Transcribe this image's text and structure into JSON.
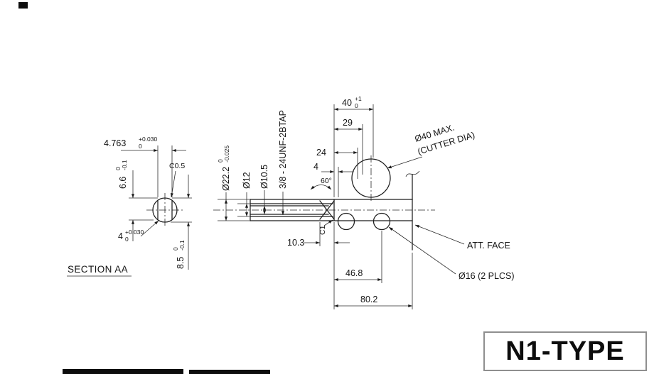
{
  "background": "#ffffff",
  "ink_color": "#1c1c1c",
  "section_aa": {
    "title": "SECTION AA",
    "width_across": {
      "value": "4.763",
      "tol_upper": "+0.030",
      "tol_lower": "0"
    },
    "height": {
      "value": "6.6",
      "tol_upper": "0",
      "tol_lower": "-0.1"
    },
    "flat": {
      "value": "4",
      "tol_upper": "+0.030",
      "tol_lower": "0"
    },
    "outer_dia": {
      "value": "8.5",
      "tol_upper": "0",
      "tol_lower": "-0.1"
    },
    "chamfer": "C0.5"
  },
  "main_view": {
    "dia_body": {
      "value": "Ø22.2",
      "tol_upper": "0",
      "tol_lower": "-0.025"
    },
    "dia_bore": "Ø12",
    "dia_drill": "Ø10.5",
    "thread_callout": "3/8 - 24UNF-2BTAP",
    "len_40": {
      "value": "40",
      "tol_upper": "+1",
      "tol_lower": "0"
    },
    "len_29": "29",
    "len_24": "24",
    "len_4": "4",
    "angle_60": "60°",
    "chamfer_c1": "C1",
    "depth_10_3": "10.3",
    "len_46_8": "46.8",
    "len_80_2": "80.2",
    "cutter_note_line1": "Ø40 MAX.",
    "cutter_note_line2": "(CUTTER DIA)",
    "att_face_note": "ATT. FACE",
    "pin_note": "Ø16 (2 PLCS)"
  },
  "title_block": {
    "model_name": "N1-TYPE"
  }
}
